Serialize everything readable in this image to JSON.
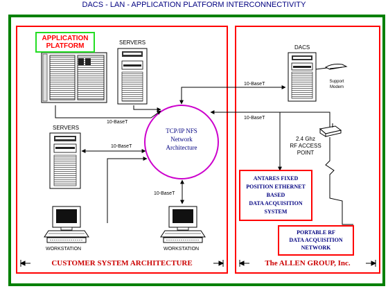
{
  "title": "DACS - LAN - APPLICATION PLATFORM INTERCONNECTIVITY",
  "colors": {
    "frame": "#008000",
    "section_border": "#ff0000",
    "hub_ring": "#cc00cc",
    "title_text": "#000080",
    "footer_text": "#cc0000",
    "box_text": "#000080",
    "app_platform_text": "#ff0000",
    "app_platform_border": "#22dd22",
    "lines": "#000000"
  },
  "left_section": {
    "app_platform_line1": "APPLICATION",
    "app_platform_line2": "PLATFORM",
    "servers_top_label": "SERVERS",
    "servers_left_label": "SERVERS",
    "workstation_left_label": "WORKSTATION",
    "workstation_right_label": "WORKSTATION",
    "footer": "CUSTOMER SYSTEM ARCHITECTURE"
  },
  "hub": {
    "line1": "TCP/IP NFS",
    "line2": "Network",
    "line3": "Architecture"
  },
  "link_labels": {
    "platform_link": "10-BaseT",
    "servers_link": "10-BaseT",
    "workstation_link": "10-BaseT",
    "dacs_link": "10-BaseT",
    "rf_link": "10-BaseT"
  },
  "right_section": {
    "dacs_label": "DACS",
    "support_modem_line1": "Support",
    "support_modem_line2": "Modem",
    "rf_point_line1": "2.4 Ghz",
    "rf_point_line2": "RF ACCESS",
    "rf_point_line3": "POINT",
    "antares_line1": "ANTARES FIXED",
    "antares_line2": "POSITION ETHERNET",
    "antares_line3": "BASED",
    "antares_line4": "DATA ACQUISITION",
    "antares_line5": "SYSTEM",
    "portable_line1": "PORTABLE RF",
    "portable_line2": "DATA ACQUISITION",
    "portable_line3": "NETWORK",
    "footer": "The ALLEN GROUP, Inc."
  }
}
